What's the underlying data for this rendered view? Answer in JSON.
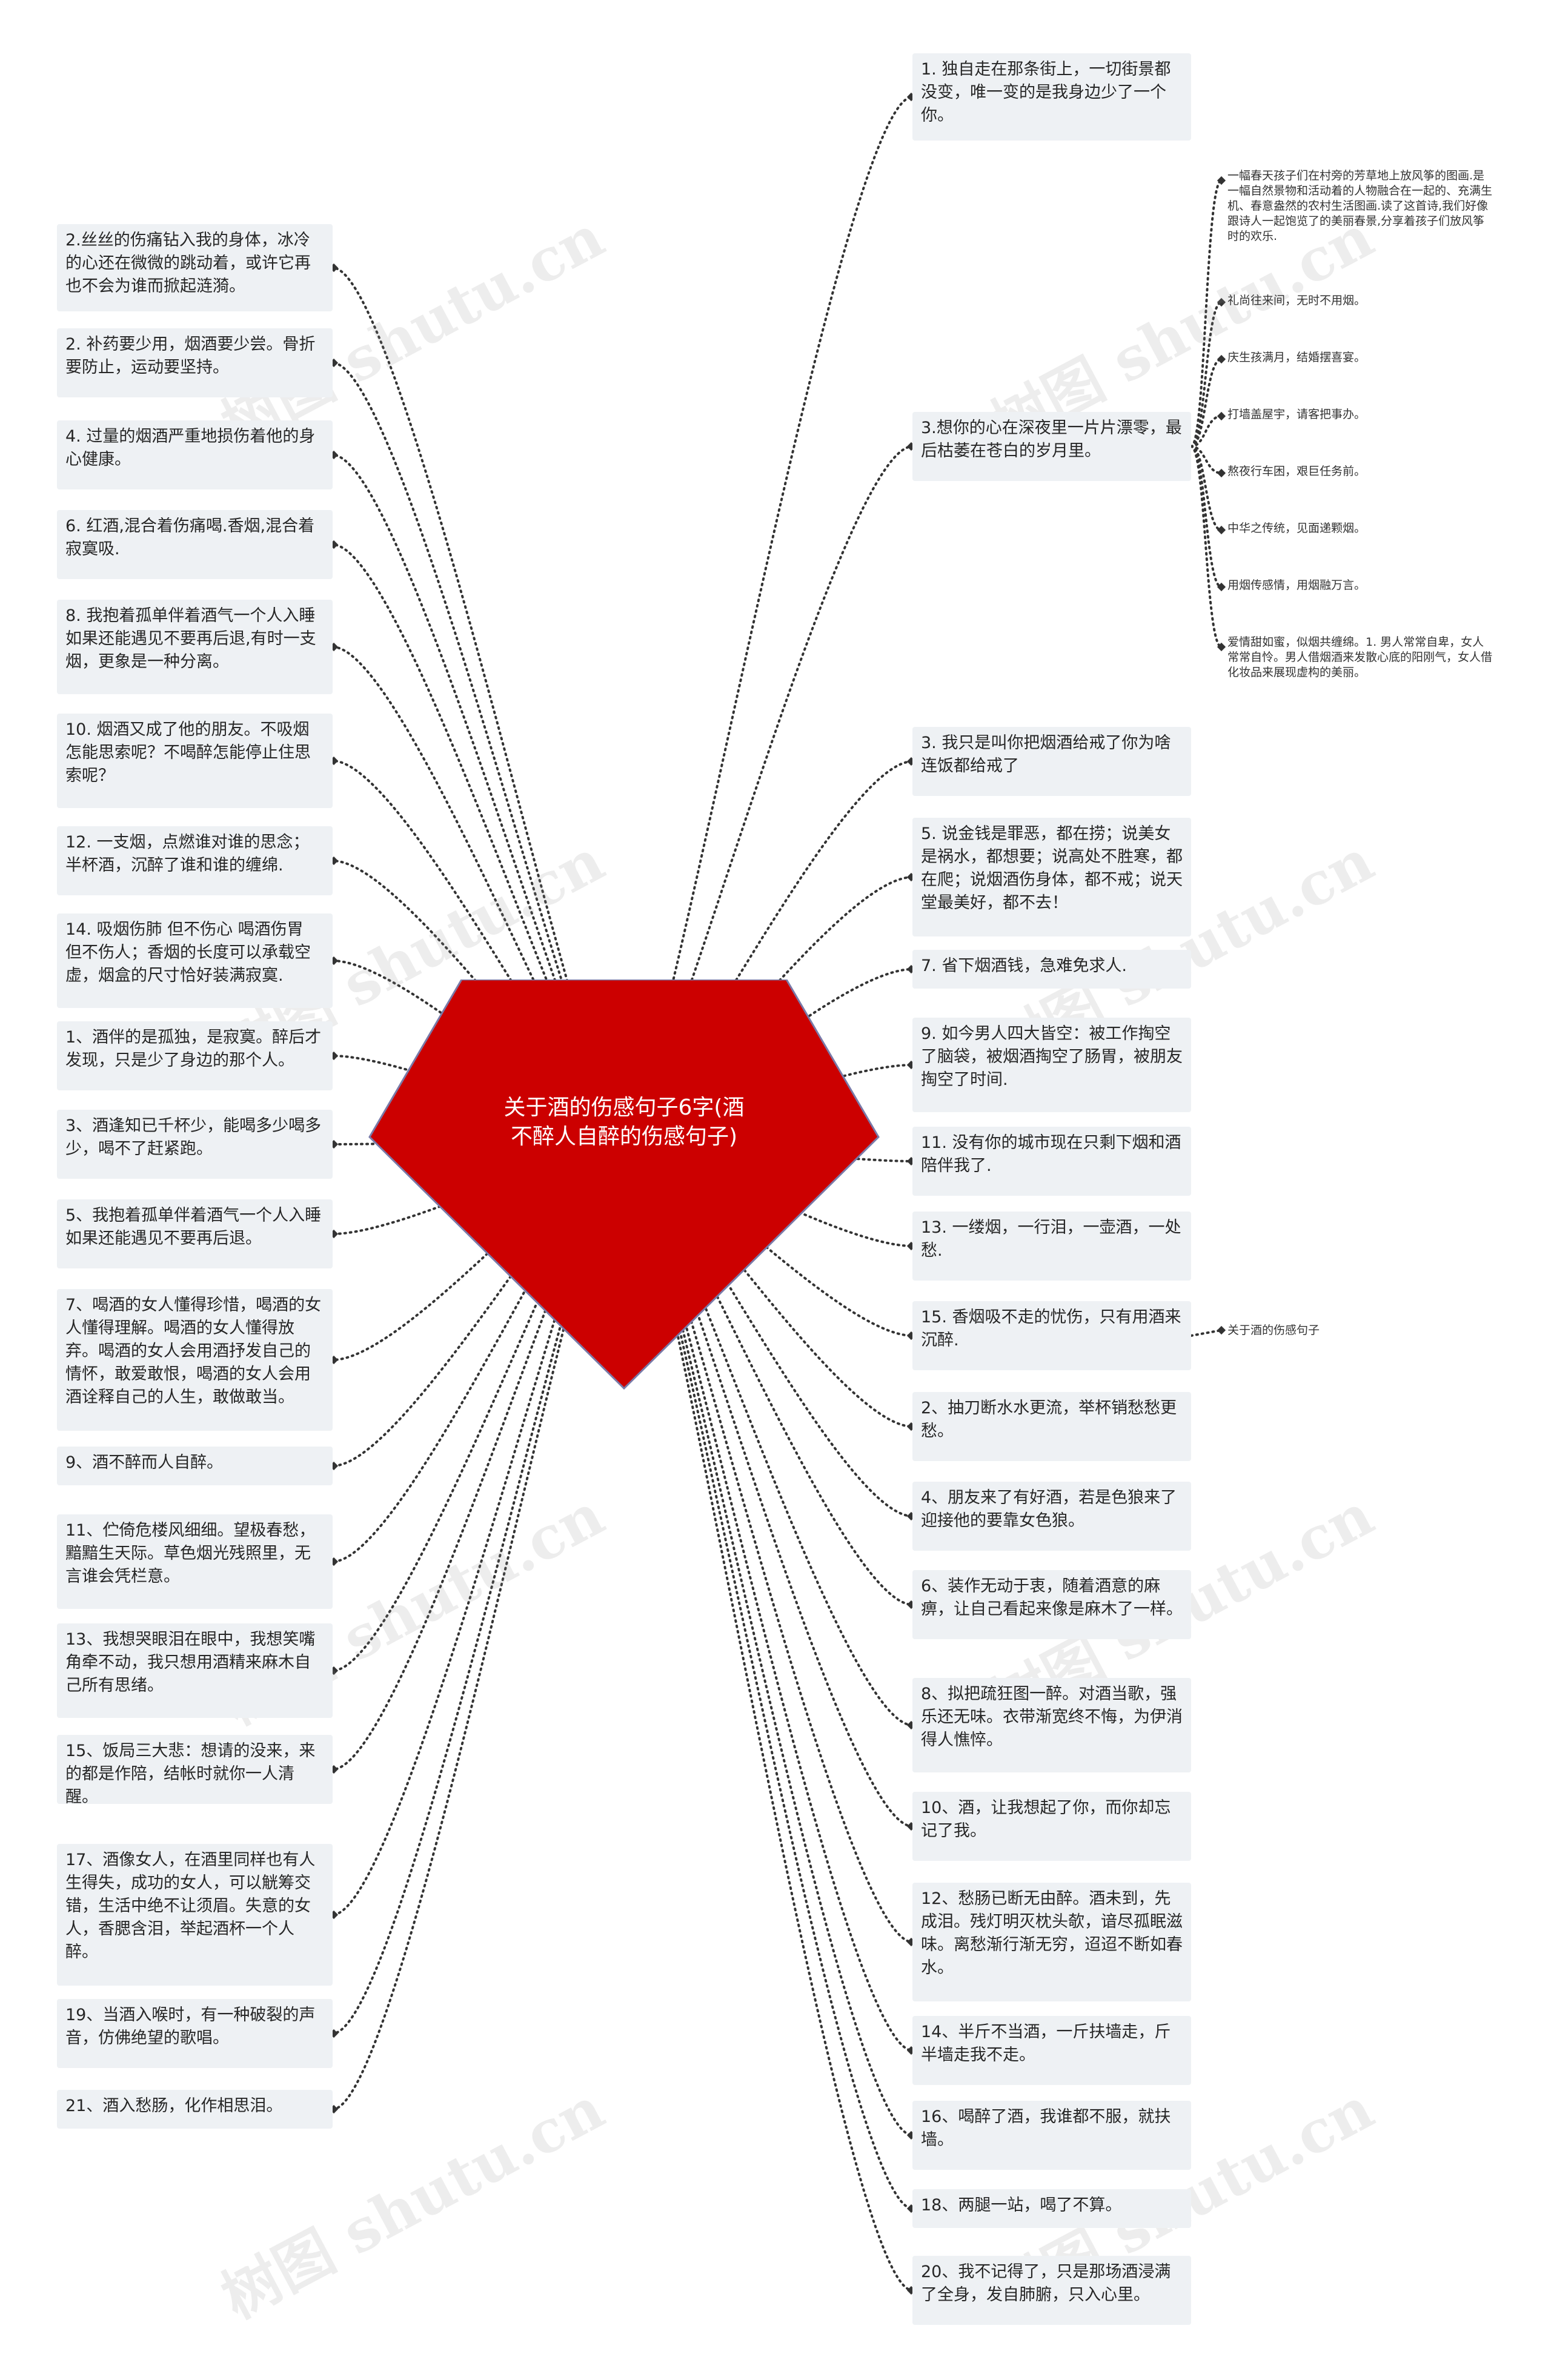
{
  "watermark": "树图 shutu.cn",
  "colors": {
    "center_fill": "#cc0000",
    "center_stroke": "#7a7aa8",
    "node_bg": "#eef1f4",
    "edge": "#333333"
  },
  "center": {
    "title": "关于酒的伤感句子6字(酒不醉人自醉的伤感句子)"
  },
  "left_nodes": [
    "2.丝丝的伤痛钻入我的身体，冰冷的心还在微微的跳动着，或许它再也不会为谁而掀起涟漪。",
    "2. 补药要少用，烟酒要少尝。骨折要防止，运动要坚持。",
    "4. 过量的烟酒严重地损伤着他的身心健康。",
    "6. 红酒,混合着伤痛喝.香烟,混合着寂寞吸.",
    "8. 我抱着孤单伴着酒气一个人入睡如果还能遇见不要再后退,有时一支烟，更象是一种分离。",
    "10. 烟酒又成了他的朋友。不吸烟怎能思索呢？不喝醉怎能停止住思索呢？",
    "12. 一支烟，点燃谁对谁的思念；半杯酒，沉醉了谁和谁的缠绵.",
    "14. 吸烟伤肺 但不伤心 喝酒伤胃 但不伤人；香烟的长度可以承载空虚，烟盒的尺寸恰好装满寂寞.",
    "1、酒伴的是孤独，是寂寞。醉后才发现，只是少了身边的那个人。",
    "3、酒逢知已千杯少，能喝多少喝多少，喝不了赶紧跑。",
    "5、我抱着孤单伴着酒气一个人入睡如果还能遇见不要再后退。",
    "7、喝酒的女人懂得珍惜，喝酒的女人懂得理解。喝酒的女人懂得放弃。喝酒的女人会用酒抒发自己的情怀，敢爱敢恨，喝酒的女人会用酒诠释自己的人生，敢做敢当。",
    "9、酒不醉而人自醉。",
    "11、伫倚危楼风细细。望极春愁，黯黯生天际。草色烟光残照里，无言谁会凭栏意。",
    "13、我想哭眼泪在眼中，我想笑嘴角牵不动，我只想用酒精来麻木自己所有思绪。",
    "15、饭局三大悲：想请的没来，来的都是作陪，结帐时就你一人清醒。",
    "17、酒像女人，在酒里同样也有人生得失，成功的女人，可以觥筹交错，生活中绝不让须眉。失意的女人，香腮含泪，举起酒杯一个人醉。",
    "19、当酒入喉时，有一种破裂的声音，仿佛绝望的歌唱。",
    "21、酒入愁肠，化作相思泪。"
  ],
  "right_nodes": [
    "1. 独自走在那条街上，一切街景都没变，唯一变的是我身边少了一个你。",
    "3.想你的心在深夜里一片片漂零，最后枯萎在苍白的岁月里。",
    "3. 我只是叫你把烟酒给戒了你为啥连饭都给戒了",
    "5. 说金钱是罪恶，都在捞；说美女是祸水，都想要；说高处不胜寒，都在爬；说烟酒伤身体，都不戒；说天堂最美好，都不去！",
    "7. 省下烟酒钱，急难免求人.",
    "9. 如今男人四大皆空：被工作掏空了脑袋，被烟酒掏空了肠胃，被朋友掏空了时间.",
    "11. 没有你的城市现在只剩下烟和酒陪伴我了.",
    "13. 一缕烟，一行泪，一壶酒，一处愁.",
    "15. 香烟吸不走的忧伤，只有用酒来沉醉.",
    "2、抽刀断水水更流，举杯销愁愁更愁。",
    "4、朋友来了有好酒，若是色狼来了迎接他的要靠女色狼。",
    "6、装作无动于衷，随着酒意的麻痹，让自己看起来像是麻木了一样。",
    "8、拟把疏狂图一醉。对酒当歌，强乐还无味。衣带渐宽终不悔，为伊消得人憔悴。",
    "10、酒，让我想起了你，而你却忘记了我。",
    "12、愁肠已断无由醉。酒未到，先成泪。残灯明灭枕头欹，谙尽孤眠滋味。离愁渐行渐无穷，迢迢不断如春水。",
    "14、半斤不当酒，一斤扶墙走，斤半墙走我不走。",
    "16、喝醉了酒，我谁都不服，就扶墙。",
    "18、两腿一站，喝了不算。",
    "20、我不记得了，只是那场酒浸满了全身，发自肺腑，只入心里。"
  ],
  "sub_leaves_node_1": [
    "一幅春天孩子们在村旁的芳草地上放风筝的图画.是一幅自然景物和活动着的人物融合在一起的、充满生机、春意盎然的农村生活图画.读了这首诗,我们好像跟诗人一起饱览了的美丽春景,分享着孩子们放风筝时的欢乐.",
    "礼尚往来间，无时不用烟。",
    "庆生孩满月，结婚摆喜宴。",
    "打墙盖屋宇，请客把事办。",
    "熬夜行车困，艰巨任务前。",
    "中华之传统，见面递颗烟。",
    "用烟传感情，用烟融万言。",
    "爱情甜如蜜，似烟共缠绵。1. 男人常常自卑，女人常常自怜。男人借烟酒来发散心底的阳刚气，女人借化妆品来展现虚构的美丽。"
  ],
  "sub_leaves_node_8": [
    "关于酒的伤感句子"
  ]
}
